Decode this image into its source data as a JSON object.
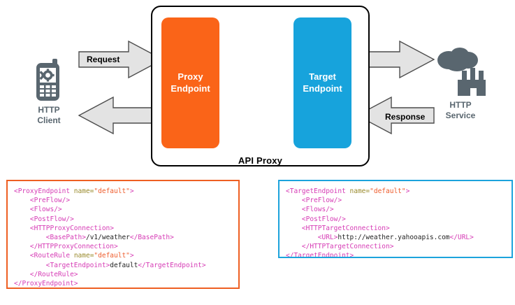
{
  "diagram": {
    "container_label": "API Proxy",
    "nodes": [
      {
        "id": "http-client",
        "icon": "mobile-phone-gear-icon",
        "caption_line1": "HTTP",
        "caption_line2": "Client"
      },
      {
        "id": "proxy-endpoint",
        "label_line1": "Proxy",
        "label_line2": "Endpoint",
        "color": "#fa6418"
      },
      {
        "id": "target-endpoint",
        "label_line1": "Target",
        "label_line2": "Endpoint",
        "color": "#17a3dc"
      },
      {
        "id": "http-service",
        "icon": "factory-cloud-icon",
        "caption_line1": "HTTP",
        "caption_line2": "Service"
      }
    ],
    "arrows": [
      {
        "id": "client-to-proxy",
        "direction": "right",
        "label": "Request"
      },
      {
        "id": "proxy-to-target",
        "direction": "right",
        "label": ""
      },
      {
        "id": "target-to-service",
        "direction": "right",
        "label": ""
      },
      {
        "id": "service-to-target",
        "direction": "left",
        "label": "Response"
      },
      {
        "id": "target-to-proxy",
        "direction": "left",
        "label": ""
      },
      {
        "id": "proxy-to-client",
        "direction": "left",
        "label": ""
      }
    ],
    "colors": {
      "proxy_orange": "#fa6418",
      "target_blue": "#17a3dc",
      "arrow_fill": "#e3e3e3",
      "arrow_stroke": "#4d4d4d",
      "icon_gray": "#59666f",
      "container_border": "#000000"
    }
  },
  "code_blocks": {
    "proxy_endpoint": {
      "border_color": "#ee5f22",
      "lines": [
        [
          {
            "t": "tag",
            "s": "<ProxyEndpoint "
          },
          {
            "t": "attr",
            "s": "name="
          },
          {
            "t": "val",
            "s": "\"default\""
          },
          {
            "t": "tag",
            "s": ">"
          }
        ],
        [
          {
            "t": "text",
            "s": "    "
          },
          {
            "t": "tag",
            "s": "<PreFlow/>"
          }
        ],
        [
          {
            "t": "text",
            "s": "    "
          },
          {
            "t": "tag",
            "s": "<Flows/>"
          }
        ],
        [
          {
            "t": "text",
            "s": "    "
          },
          {
            "t": "tag",
            "s": "<PostFlow/>"
          }
        ],
        [
          {
            "t": "text",
            "s": "    "
          },
          {
            "t": "tag",
            "s": "<HTTPProxyConnection>"
          }
        ],
        [
          {
            "t": "text",
            "s": "        "
          },
          {
            "t": "tag",
            "s": "<BasePath>"
          },
          {
            "t": "text",
            "s": "/v1/weather"
          },
          {
            "t": "tag",
            "s": "</BasePath>"
          }
        ],
        [
          {
            "t": "text",
            "s": "    "
          },
          {
            "t": "tag",
            "s": "</HTTPProxyConnection>"
          }
        ],
        [
          {
            "t": "text",
            "s": "    "
          },
          {
            "t": "tag",
            "s": "<RouteRule "
          },
          {
            "t": "attr",
            "s": "name="
          },
          {
            "t": "val",
            "s": "\"default\""
          },
          {
            "t": "tag",
            "s": ">"
          }
        ],
        [
          {
            "t": "text",
            "s": "        "
          },
          {
            "t": "tag",
            "s": "<TargetEndpoint>"
          },
          {
            "t": "text",
            "s": "default"
          },
          {
            "t": "tag",
            "s": "</TargetEndpoint>"
          }
        ],
        [
          {
            "t": "text",
            "s": "    "
          },
          {
            "t": "tag",
            "s": "</RouteRule>"
          }
        ],
        [
          {
            "t": "tag",
            "s": "</ProxyEndpoint>"
          }
        ]
      ]
    },
    "target_endpoint": {
      "border_color": "#1ca3dc",
      "lines": [
        [
          {
            "t": "tag",
            "s": "<TargetEndpoint "
          },
          {
            "t": "attr",
            "s": "name="
          },
          {
            "t": "val",
            "s": "\"default\""
          },
          {
            "t": "tag",
            "s": ">"
          }
        ],
        [
          {
            "t": "text",
            "s": "    "
          },
          {
            "t": "tag",
            "s": "<PreFlow/>"
          }
        ],
        [
          {
            "t": "text",
            "s": "    "
          },
          {
            "t": "tag",
            "s": "<Flows/>"
          }
        ],
        [
          {
            "t": "text",
            "s": "    "
          },
          {
            "t": "tag",
            "s": "<PostFlow/>"
          }
        ],
        [
          {
            "t": "text",
            "s": "    "
          },
          {
            "t": "tag",
            "s": "<HTTPTargetConnection>"
          }
        ],
        [
          {
            "t": "text",
            "s": "        "
          },
          {
            "t": "tag",
            "s": "<URL>"
          },
          {
            "t": "text",
            "s": "http://weather.yahooapis.com"
          },
          {
            "t": "tag",
            "s": "</URL>"
          }
        ],
        [
          {
            "t": "text",
            "s": "    "
          },
          {
            "t": "tag",
            "s": "</HTTPTargetConnection>"
          }
        ],
        [
          {
            "t": "tag",
            "s": "</TargetEndpoint>"
          }
        ]
      ]
    }
  }
}
